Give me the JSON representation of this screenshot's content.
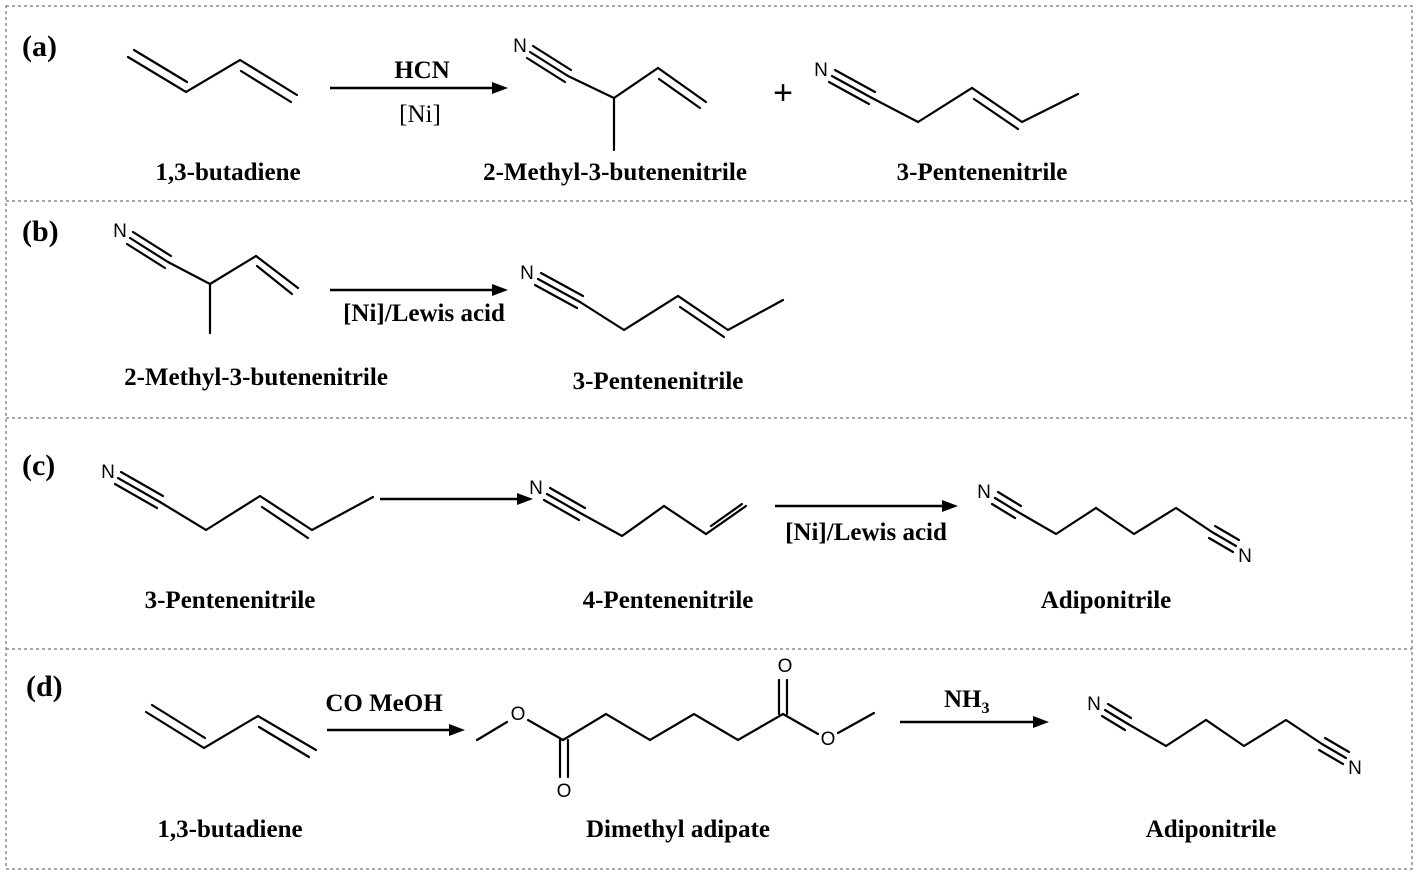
{
  "panels": {
    "a": {
      "label": "(a)",
      "reagent_above": "HCN",
      "reagent_below": "[Ni]",
      "plus": "+",
      "names": [
        "1,3-butadiene",
        "2-Methyl-3-butenenitrile",
        "3-Pentenenitrile"
      ]
    },
    "b": {
      "label": "(b)",
      "reagent_below": "[Ni]/Lewis acid",
      "names": [
        "2-Methyl-3-butenenitrile",
        "3-Pentenenitrile"
      ]
    },
    "c": {
      "label": "(c)",
      "reagent_below": "[Ni]/Lewis acid",
      "names": [
        "3-Pentenenitrile",
        "4-Pentenenitrile",
        "Adiponitrile"
      ]
    },
    "d": {
      "label": "(d)",
      "reagent_above_1": "CO  MeOH",
      "reagent_above_2_main": "NH",
      "reagent_above_2_sub": "3",
      "names": [
        "1,3-butadiene",
        "Dimethyl adipate",
        "Adiponitrile"
      ]
    }
  },
  "atoms": {
    "nitrogen": "N",
    "oxygen": "O"
  }
}
